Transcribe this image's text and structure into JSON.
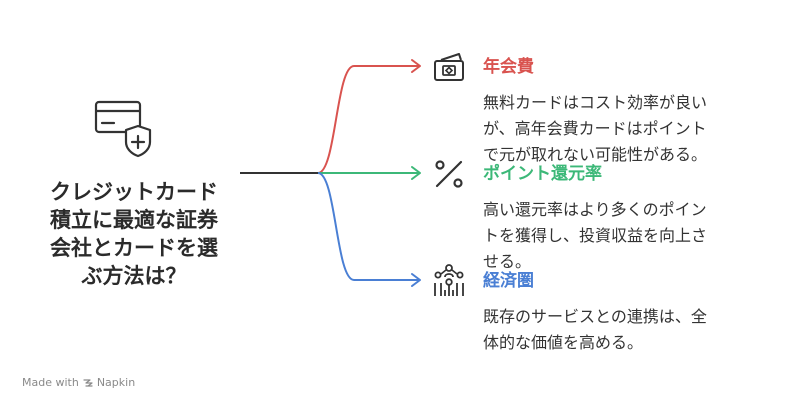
{
  "main_topic": {
    "title_lines": [
      "クレジットカード",
      "積立に最適な証券",
      "会社とカードを選",
      "ぶ方法は？"
    ],
    "icon": "credit-card-shield-icon"
  },
  "branches": [
    {
      "title": "年会費",
      "color": "#d9534f",
      "icon": "card-payment-icon",
      "desc_lines": [
        "無料カードはコスト効率が良い",
        "が、高年会費カードはポイント",
        "で元が取れない可能性がある。"
      ]
    },
    {
      "title": "ポイント還元率",
      "color": "#3cb878",
      "icon": "percent-icon",
      "desc_lines": [
        "高い還元率はより多くのポイン",
        "トを獲得し、投資収益を向上さ",
        "せる。"
      ]
    },
    {
      "title": "経済圏",
      "color": "#4a7fd4",
      "icon": "network-people-icon",
      "desc_lines": [
        "既存のサービスとの連携は、全",
        "体的な価値を高める。"
      ]
    }
  ],
  "footer": {
    "made_with": "Made with",
    "brand": "Napkin"
  }
}
